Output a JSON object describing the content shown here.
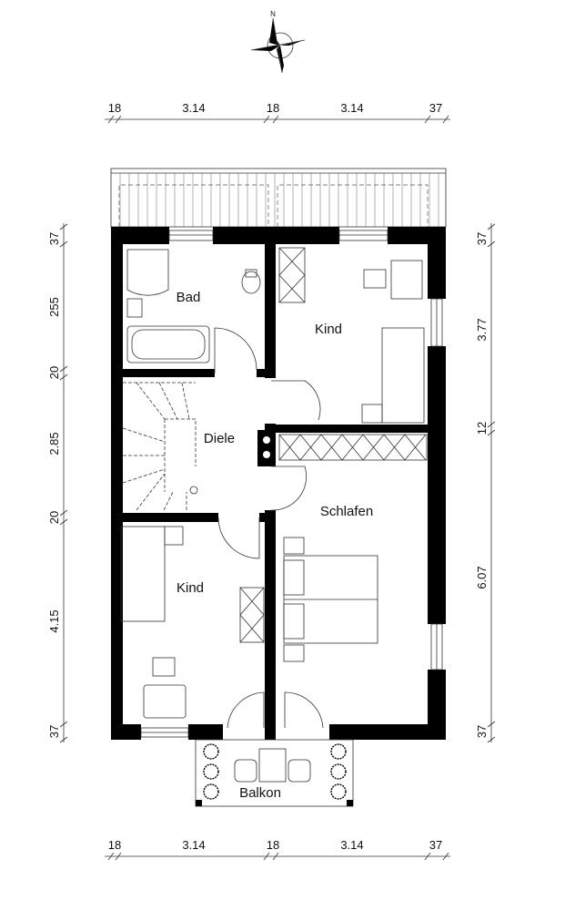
{
  "compass": {
    "label": "N"
  },
  "dimensions": {
    "top": [
      "18",
      "3.14",
      "18",
      "3.14",
      "37"
    ],
    "bottom": [
      "18",
      "3.14",
      "18",
      "3.14",
      "37"
    ],
    "left": [
      "37",
      "255",
      "20",
      "2.85",
      "20",
      "4.15",
      "37"
    ],
    "right": [
      "37",
      "3.77",
      "12",
      "6.07",
      "37"
    ]
  },
  "rooms": {
    "bad": "Bad",
    "kind_top": "Kind",
    "diele": "Diele",
    "schlafen": "Schlafen",
    "kind_bottom": "Kind",
    "balkon": "Balkon"
  }
}
